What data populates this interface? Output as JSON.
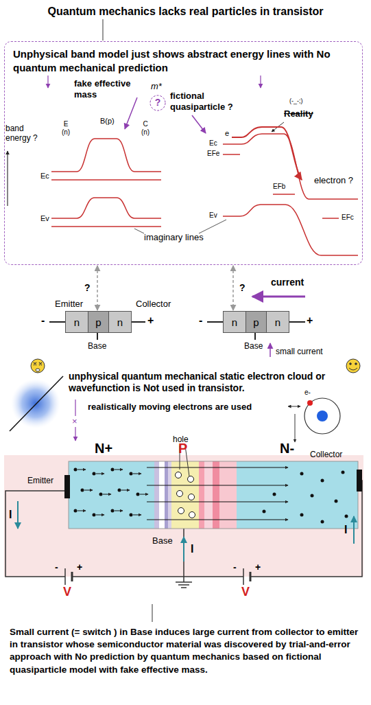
{
  "diagram": {
    "title": "Quantum mechanics lacks real particles in transistor",
    "caption": "Small current (= switch ) in Base induces large current from collector to emitter in transistor whose semiconductor material was discovered by trial-and-error approach with No prediction by quantum mechanics based on fictional quasiparticle model with fake effective mass.",
    "nodes": [
      {
        "text": [
          "Unphysical band model just shows abstract energy lines with No quantum mechanical prediction"
        ]
      },
      {
        "text": [
          "n",
          "p",
          "n"
        ]
      },
      {
        "text": [
          "n",
          "p",
          "n"
        ]
      },
      {
        "text": [
          "N+"
        ]
      },
      {
        "text": [
          "P"
        ]
      },
      {
        "text": [
          "N-"
        ]
      }
    ],
    "edges": [
      {
        "from": 0,
        "to": 1,
        "arrow": "both",
        "label": "?"
      },
      {
        "from": 0,
        "to": 2,
        "arrow": "both",
        "label": "?"
      }
    ],
    "labels": [
      "band energy ?",
      "E (n)",
      "B(p)",
      "C (n)",
      "Ec",
      "Ev",
      "fake effective mass",
      "m*",
      "?",
      "fictional quasiparticle ?",
      "(-_-;)",
      "Reality",
      "e",
      "Ec",
      "EFe",
      "EFb",
      "electron ?",
      "Ev",
      "EFc",
      "imaginary lines",
      "Emitter",
      "Collector",
      "-",
      "+",
      "Base",
      "current",
      "-",
      "+",
      "Base",
      "small current",
      "unphysical quantum mechanical static electron cloud or wavefunction is Not used in transistor.",
      "realistically moving electrons are used",
      "e-",
      "×",
      "hole",
      "Emitter",
      "Collector",
      "Base",
      "I",
      "I",
      "I",
      "-",
      "+",
      "V",
      "-",
      "+",
      "V"
    ]
  }
}
